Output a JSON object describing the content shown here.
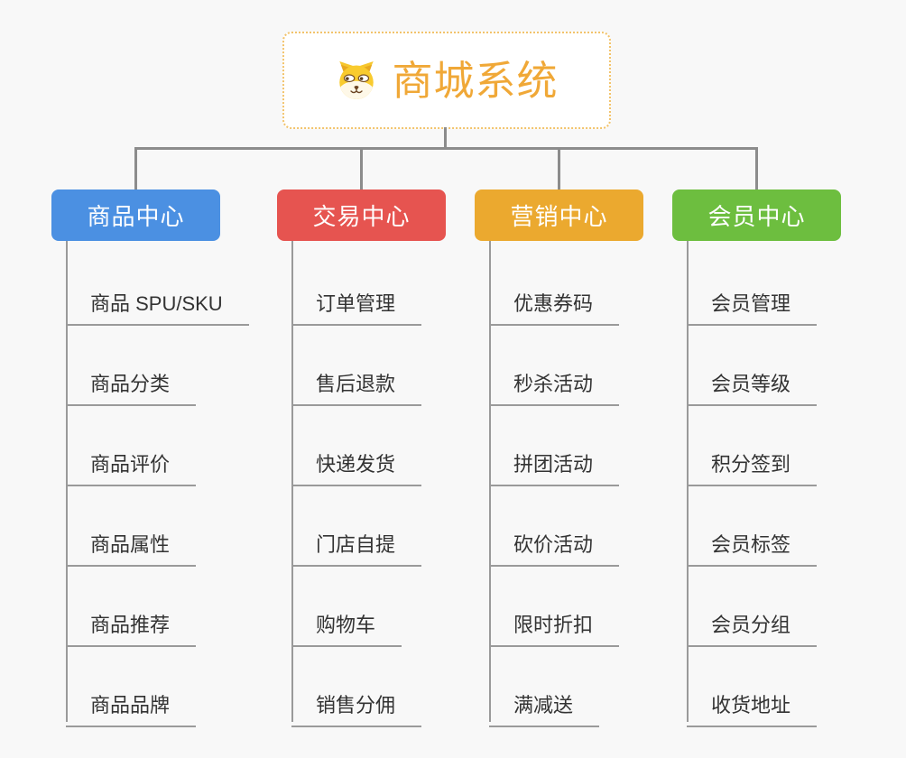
{
  "page": {
    "background": "#F8F8F8"
  },
  "root": {
    "label": "商城系统",
    "icon": "dog-face-icon",
    "text_color": "#F0A837",
    "border_color": "#F2C36B",
    "background": "#FFFFFF"
  },
  "connectors": {
    "tree_line_color": "#8C8C8C",
    "leaf_line_color": "#9A9A9A"
  },
  "branches": [
    {
      "label": "商品中心",
      "color": "#4B90E2",
      "children": [
        "商品 SPU/SKU",
        "商品分类",
        "商品评价",
        "商品属性",
        "商品推荐",
        "商品品牌"
      ]
    },
    {
      "label": "交易中心",
      "color": "#E65450",
      "children": [
        "订单管理",
        "售后退款",
        "快递发货",
        "门店自提",
        "购物车",
        "销售分佣"
      ]
    },
    {
      "label": "营销中心",
      "color": "#EBA92F",
      "children": [
        "优惠券码",
        "秒杀活动",
        "拼团活动",
        "砍价活动",
        "限时折扣",
        "满减送"
      ]
    },
    {
      "label": "会员中心",
      "color": "#6DBE3F",
      "children": [
        "会员管理",
        "会员等级",
        "积分签到",
        "会员标签",
        "会员分组",
        "收货地址"
      ]
    }
  ]
}
